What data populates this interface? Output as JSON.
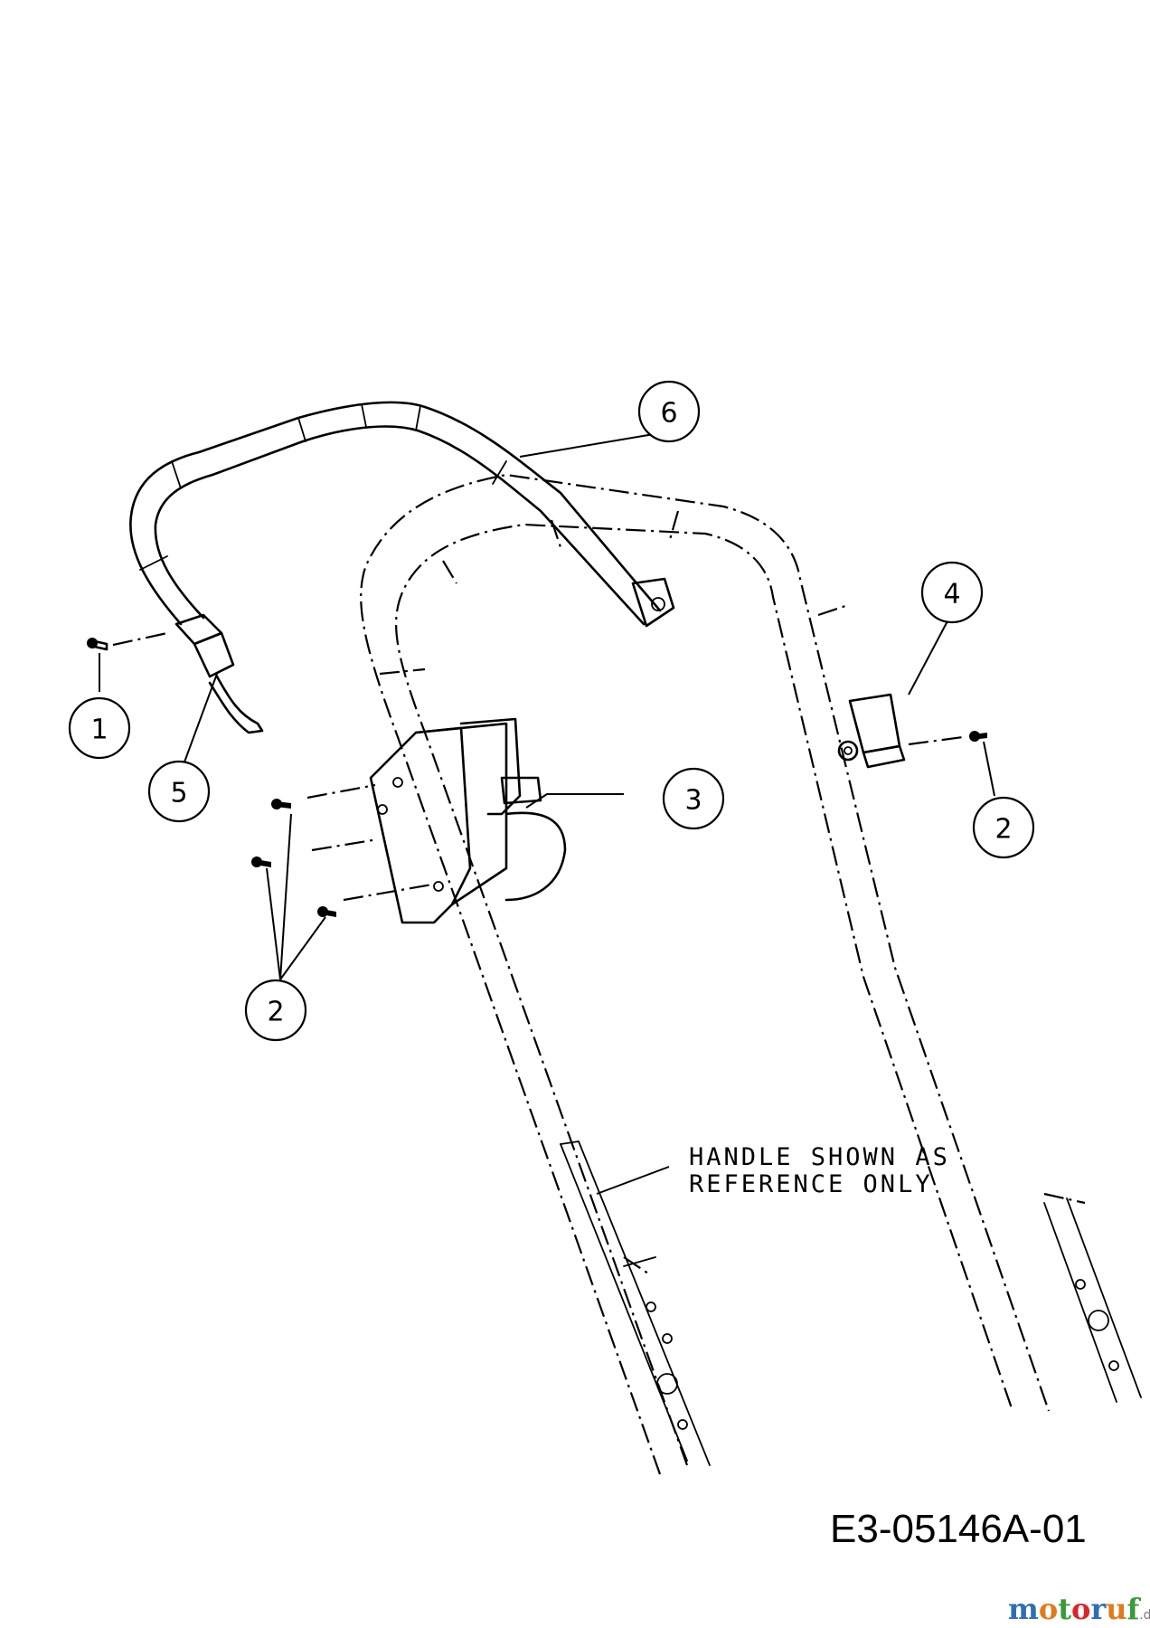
{
  "callouts": [
    {
      "id": "c1",
      "label": "1"
    },
    {
      "id": "c2a",
      "label": "2"
    },
    {
      "id": "c2b",
      "label": "2"
    },
    {
      "id": "c3",
      "label": "3"
    },
    {
      "id": "c4",
      "label": "4"
    },
    {
      "id": "c5",
      "label": "5"
    },
    {
      "id": "c6",
      "label": "6"
    }
  ],
  "note": {
    "line1": "HANDLE SHOWN AS",
    "line2": "REFERENCE ONLY"
  },
  "figure_id": "E3-05146A-01",
  "watermark": {
    "parts": [
      "m",
      "o",
      "t",
      "o",
      "r",
      "u",
      "f"
    ],
    "colors": [
      "#2f6fb0",
      "#e07a1f",
      "#3a9a3a",
      "#d8262b",
      "#2f6fb0",
      "#e07a1f",
      "#3a9a3a"
    ],
    "suffix": ".de"
  }
}
